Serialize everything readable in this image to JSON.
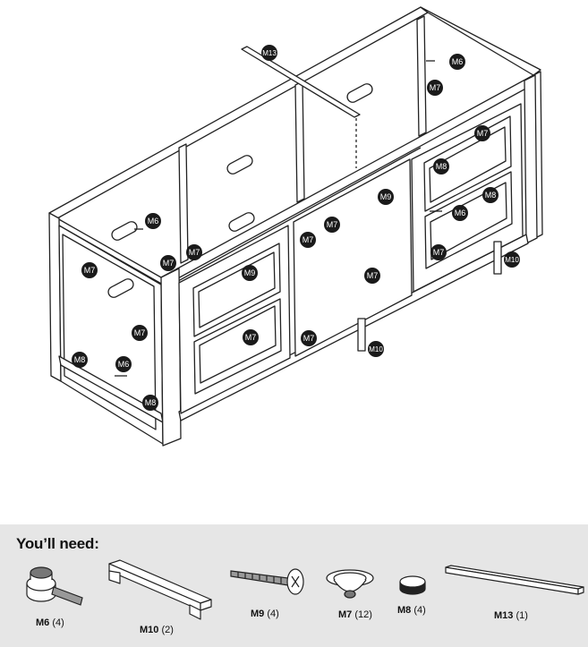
{
  "callouts": {
    "m6": "M6",
    "m7": "M7",
    "m8": "M8",
    "m9": "M9",
    "m10": "M10",
    "m13": "M13"
  },
  "parts_panel": {
    "title": "You’ll need:",
    "parts": [
      {
        "code": "M6",
        "qty": "(4)",
        "icon": "leveling-foot-icon"
      },
      {
        "code": "M10",
        "qty": "(2)",
        "icon": "handle-icon"
      },
      {
        "code": "M9",
        "qty": "(4)",
        "icon": "screw-icon"
      },
      {
        "code": "M7",
        "qty": "(12)",
        "icon": "cam-lock-icon"
      },
      {
        "code": "M8",
        "qty": "(4)",
        "icon": "cap-icon"
      },
      {
        "code": "M13",
        "qty": "(1)",
        "icon": "bar-icon"
      }
    ]
  },
  "colors": {
    "line": "#222222",
    "badge": "#1a1a1a",
    "panel": "#e6e6e6"
  }
}
